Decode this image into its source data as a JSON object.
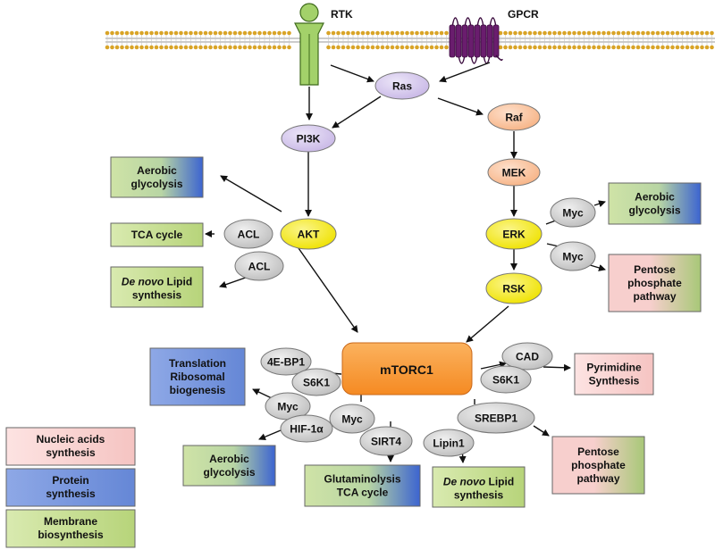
{
  "receptors": {
    "rtk": "RTK",
    "gpcr": "GPCR"
  },
  "nodes": {
    "ras": "Ras",
    "pi3k": "PI3K",
    "raf": "Raf",
    "mek": "MEK",
    "akt": "AKT",
    "erk": "ERK",
    "rsk": "RSK",
    "mtorc1": "mTORC1",
    "acl_1": "ACL",
    "acl_2": "ACL",
    "myc_erk_1": "Myc",
    "myc_erk_2": "Myc",
    "eif4ebp1": "4E-BP1",
    "s6k1_left": "S6K1",
    "myc_left": "Myc",
    "hif1a": "HIF-1α",
    "myc_mid": "Myc",
    "sirt4": "SIRT4",
    "cad": "CAD",
    "s6k1_right": "S6K1",
    "srebp1": "SREBP1",
    "lipin1": "Lipin1"
  },
  "boxes": {
    "akt_aerobic": [
      "Aerobic",
      "glycolysis"
    ],
    "akt_tca": [
      "TCA cycle"
    ],
    "akt_lipid": [
      "De novo",
      " Lipid",
      "synthesis"
    ],
    "erk_aerobic": [
      "Aerobic",
      "glycolysis"
    ],
    "erk_ppp": [
      "Pentose",
      "phosphate",
      "pathway"
    ],
    "translation": [
      "Translation",
      "Ribosomal",
      "biogenesis"
    ],
    "pyrimidine": [
      "Pyrimidine",
      "Synthesis"
    ],
    "mtor_aerobic": [
      "Aerobic",
      "glycolysis"
    ],
    "glutaminolysis": [
      "Glutaminolysis",
      "TCA cycle"
    ],
    "mtor_lipid": [
      "De novo",
      " Lipid",
      "synthesis"
    ],
    "mtor_ppp": [
      "Pentose",
      "phosphate",
      "pathway"
    ]
  },
  "legend": {
    "nucleic": [
      "Nucleic acids",
      "synthesis"
    ],
    "protein": [
      "Protein",
      "synthesis"
    ],
    "membrane": [
      "Membrane",
      "biosynthesis"
    ]
  },
  "colors": {
    "red_box": "#f7cfcd",
    "blue_box": "#6f8fd8",
    "green_box": "#c6dc8f",
    "lavender_node": "#d9cdee",
    "peach_node": "#fbc6a2",
    "yellow_node": "#f5ec12",
    "gray_node": "#d6d6d6",
    "mtorc1_orange": "#f79a3a",
    "rtk_green": "#a3d16a",
    "gpcr_purple": "#6a1d6e",
    "membrane_head": "#d9a427"
  }
}
